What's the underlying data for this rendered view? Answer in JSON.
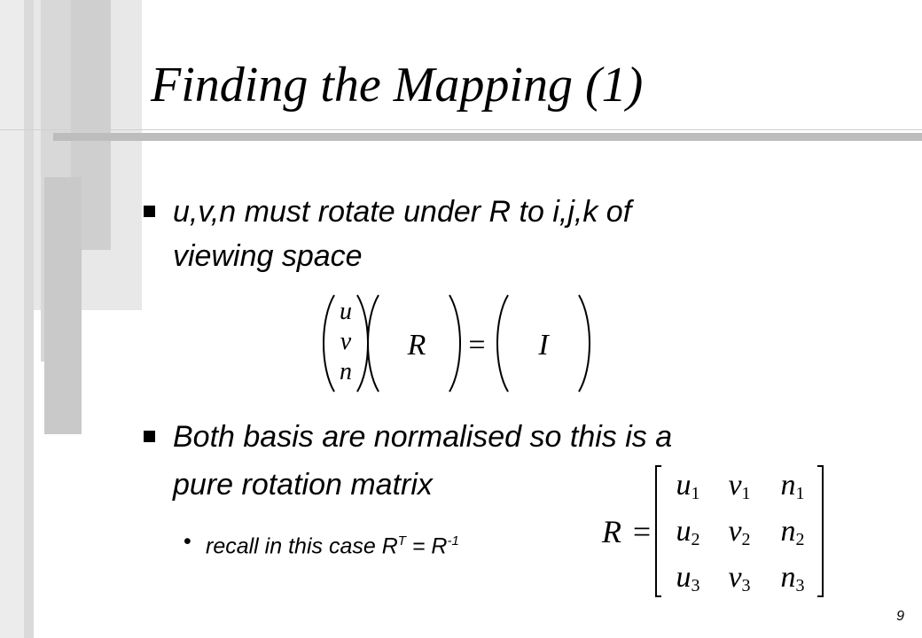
{
  "slide": {
    "title": "Finding the Mapping (1)",
    "bullets": [
      {
        "line1": "u,v,n must rotate under R to i,j,k of",
        "line2": "viewing space"
      },
      {
        "line1": "Both basis are normalised so this is a",
        "line2": "pure rotation matrix"
      }
    ],
    "sub_bullet": {
      "prefix": "recall in this case R",
      "sup1": "T",
      "middle": " = R",
      "sup2": "-1"
    },
    "page_number": "9"
  },
  "equation1": {
    "vector": [
      "u",
      "v",
      "n"
    ],
    "matrix_R": "R",
    "equals": "=",
    "identity": "I"
  },
  "equation2": {
    "lhs": "R",
    "equals": "=",
    "rows": [
      [
        {
          "b": "u",
          "s": "1"
        },
        {
          "b": "v",
          "s": "1"
        },
        {
          "b": "n",
          "s": "1"
        }
      ],
      [
        {
          "b": "u",
          "s": "2"
        },
        {
          "b": "v",
          "s": "2"
        },
        {
          "b": "n",
          "s": "2"
        }
      ],
      [
        {
          "b": "u",
          "s": "3"
        },
        {
          "b": "v",
          "s": "3"
        },
        {
          "b": "n",
          "s": "3"
        }
      ]
    ]
  },
  "colors": {
    "decor_light": "#e4e4e4",
    "decor_mid": "#d3d3d3",
    "decor_dark": "#c2c2c2",
    "rule": "#bdbdbd",
    "bullet": "#000000"
  }
}
